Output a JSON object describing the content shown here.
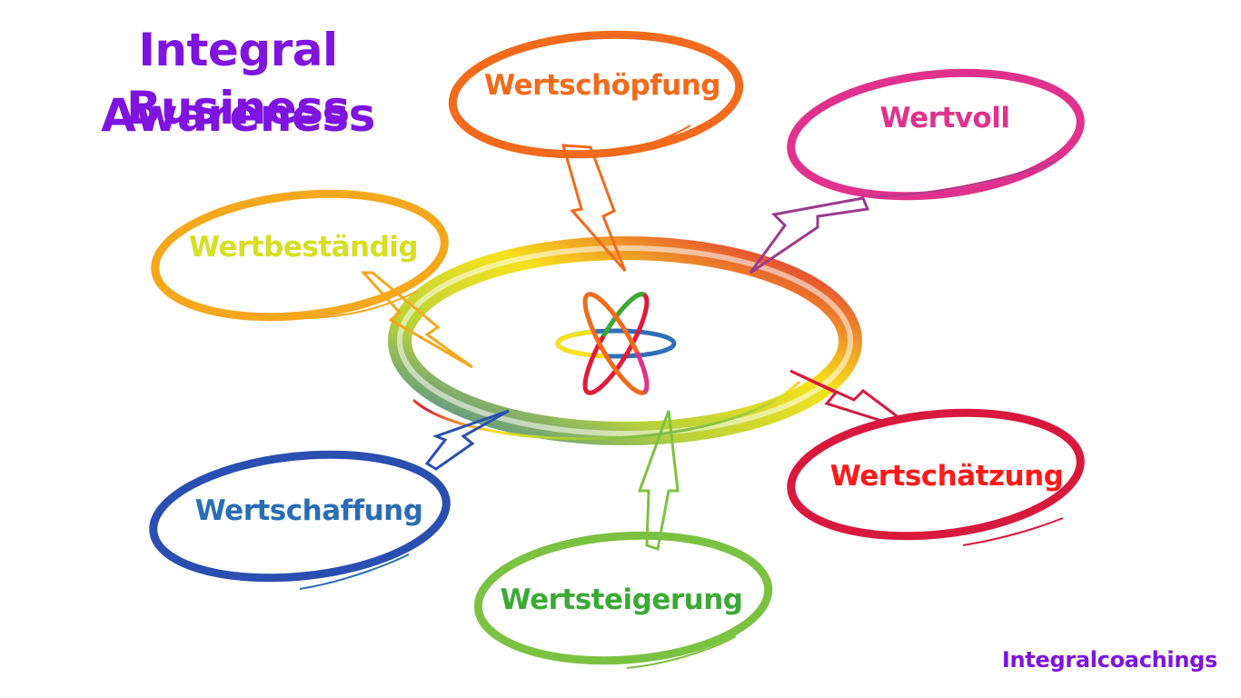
{
  "title": {
    "line1": "Integral Business",
    "line2": "Awareness"
  },
  "center": {
    "ring_colors": [
      "#e01a3a",
      "#f7e21c",
      "#8dc63f",
      "#2e6fb6"
    ],
    "icon": "atom-icon"
  },
  "nodes": [
    {
      "id": "wertschoepfung",
      "label": "Wertschöpfung",
      "color": "#f26a1b"
    },
    {
      "id": "wertvoll",
      "label": "Wertvoll",
      "color": "#e0328c"
    },
    {
      "id": "wertbestaendig",
      "label": "Wertbeständig",
      "color": "#d6df23"
    },
    {
      "id": "wertschaetzung",
      "label": "Wertschätzung",
      "color": "#ff1a1a"
    },
    {
      "id": "wertschaffung",
      "label": "Wertschaffung",
      "color": "#2a6db5"
    },
    {
      "id": "wertsteigerung",
      "label": "Wertsteigerung",
      "color": "#3aaa35"
    }
  ],
  "footer": {
    "brand": "Integralcoachings"
  },
  "colors": {
    "accent": "#7e14e0"
  }
}
